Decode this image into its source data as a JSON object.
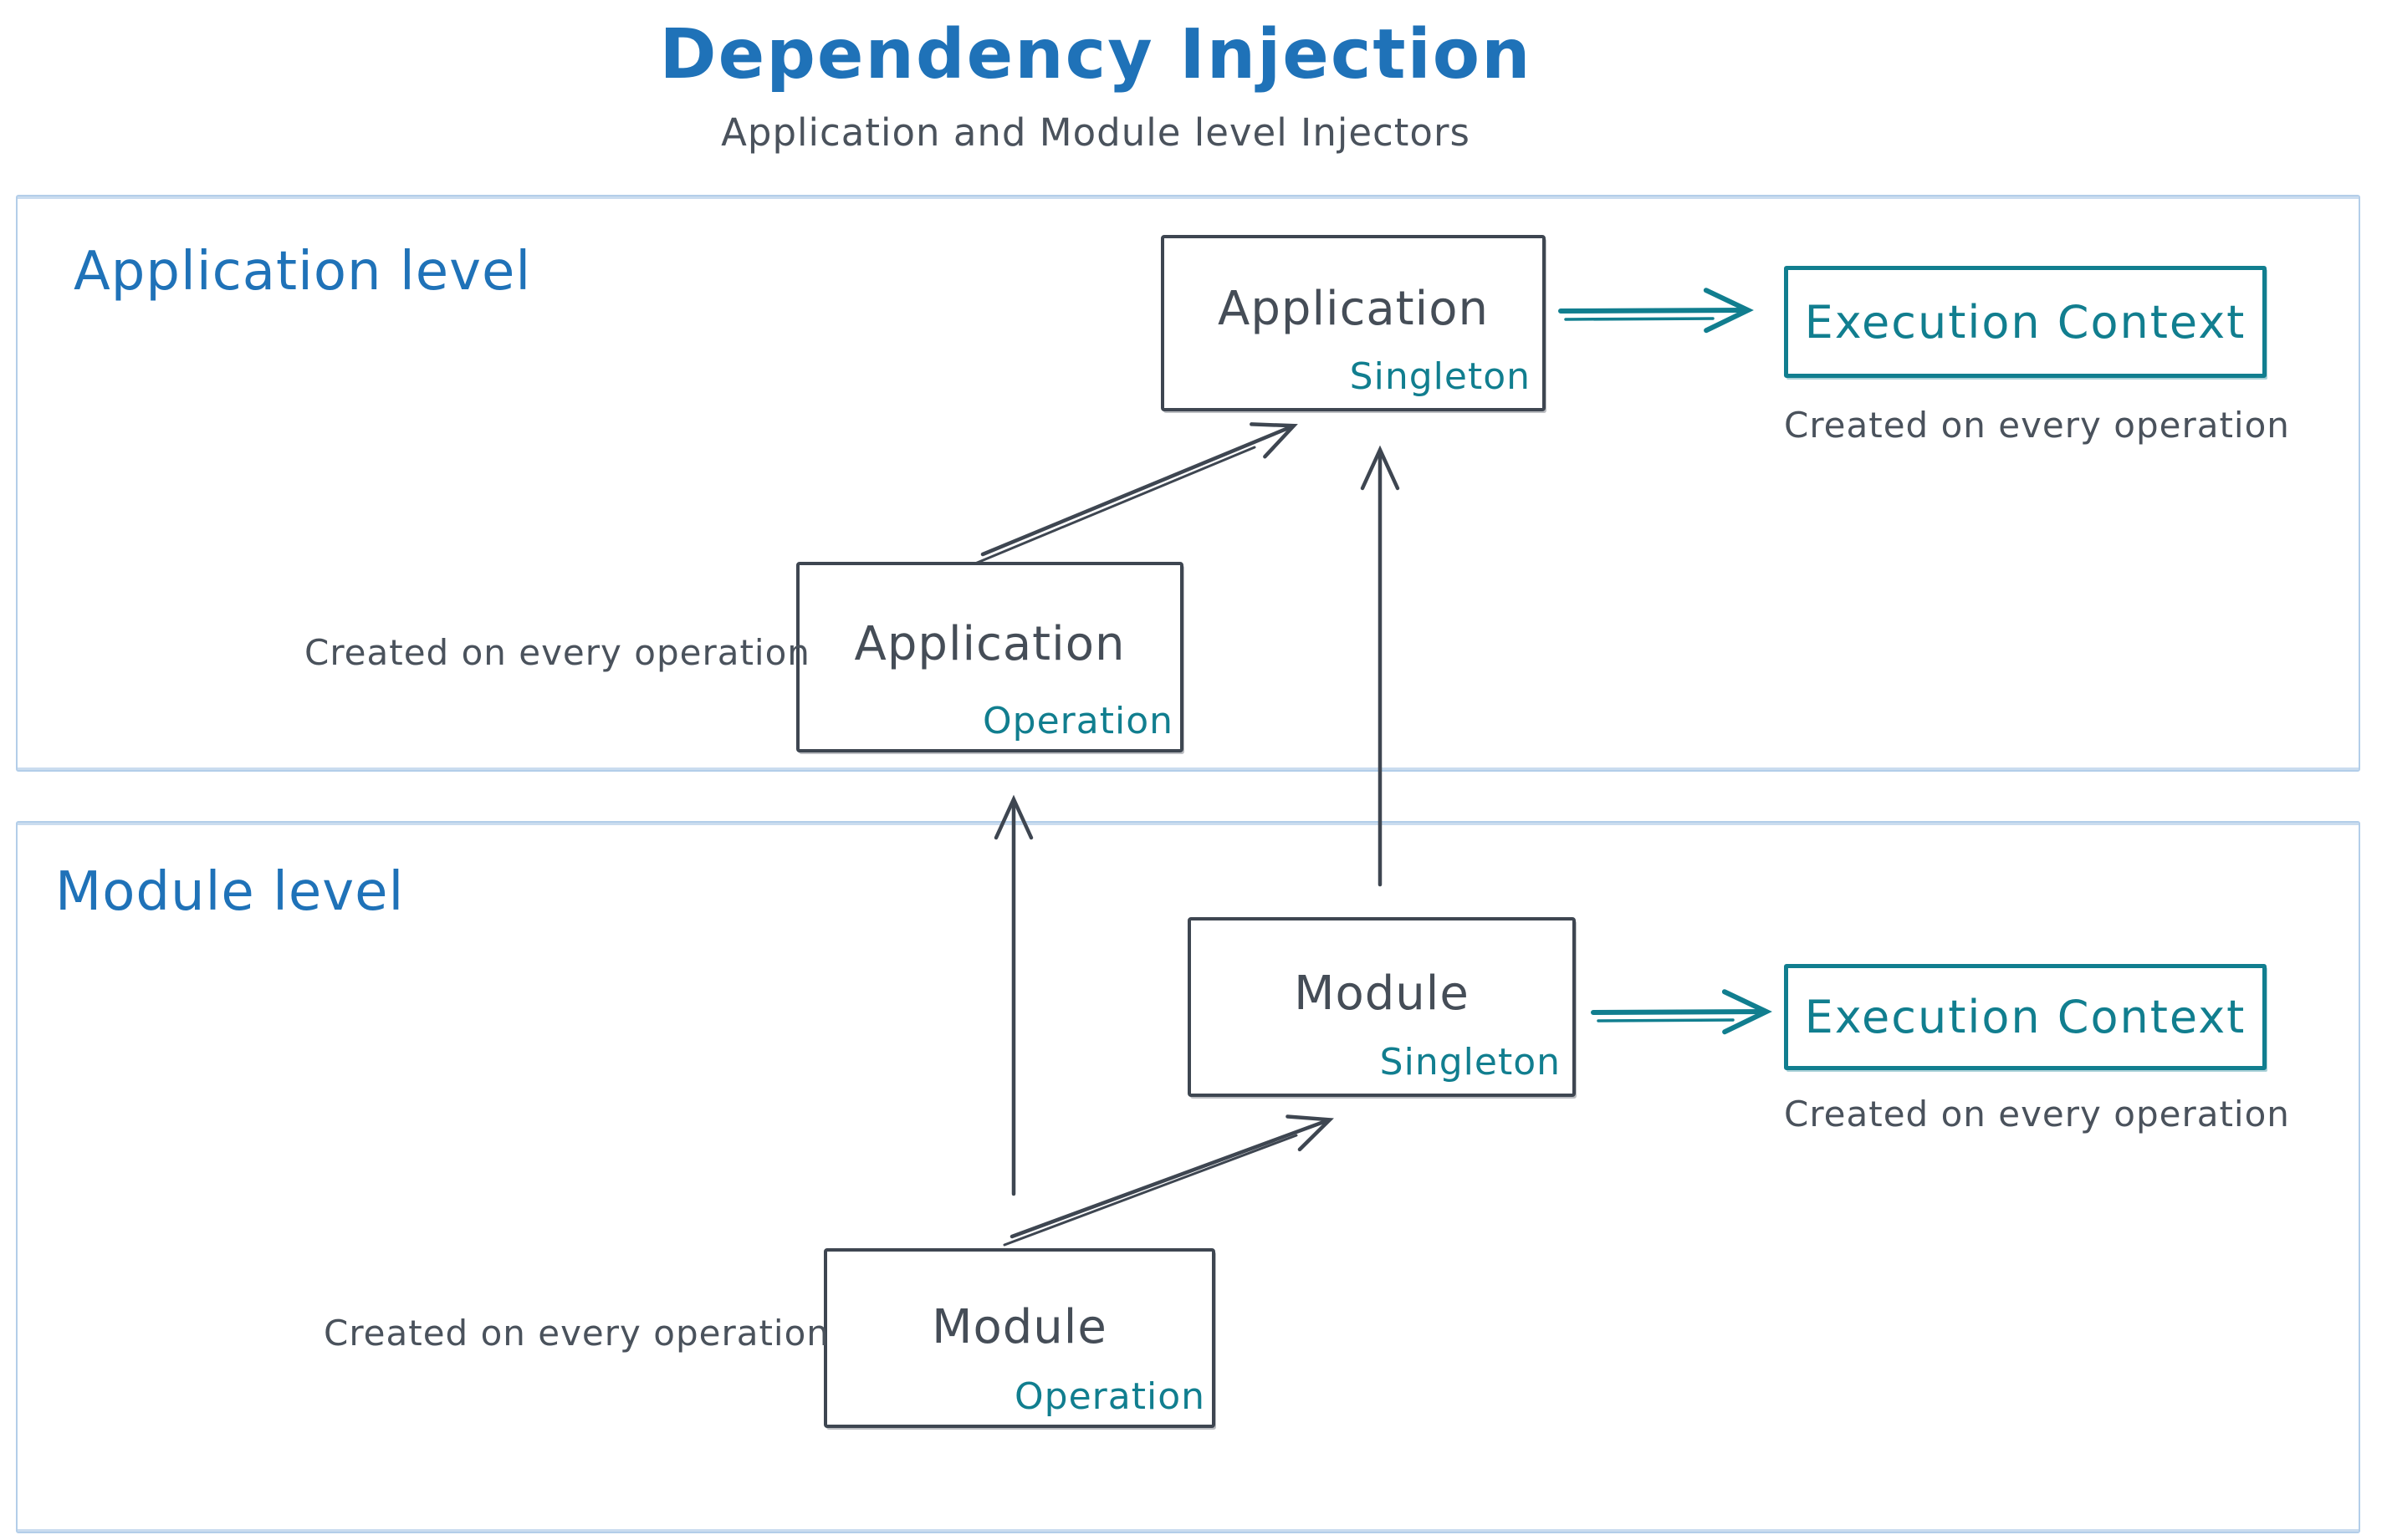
{
  "header": {
    "title": "Dependency Injection",
    "subtitle": "Application and Module level Injectors"
  },
  "sections": {
    "application": {
      "label": "Application level"
    },
    "module": {
      "label": "Module level"
    }
  },
  "nodes": {
    "app_singleton": {
      "title": "Application",
      "scope": "Singleton"
    },
    "app_operation": {
      "title": "Application",
      "scope": "Operation"
    },
    "module_singleton": {
      "title": "Module",
      "scope": "Singleton"
    },
    "module_operation": {
      "title": "Module",
      "scope": "Operation"
    },
    "execution_context_app": {
      "title": "Execution Context"
    },
    "execution_context_module": {
      "title": "Execution Context"
    }
  },
  "captions": {
    "app_operation": "Created on every operation",
    "module_operation": "Created on every operation",
    "execution_context_app": "Created on every operation",
    "execution_context_module": "Created on every operation"
  },
  "colors": {
    "accent_blue": "#1f72b8",
    "accent_teal": "#117e8f",
    "ink_dark": "#3e4651",
    "caption_gray": "#4a525c",
    "section_border_blue": "#b3cee9",
    "background": "#ffffff"
  }
}
